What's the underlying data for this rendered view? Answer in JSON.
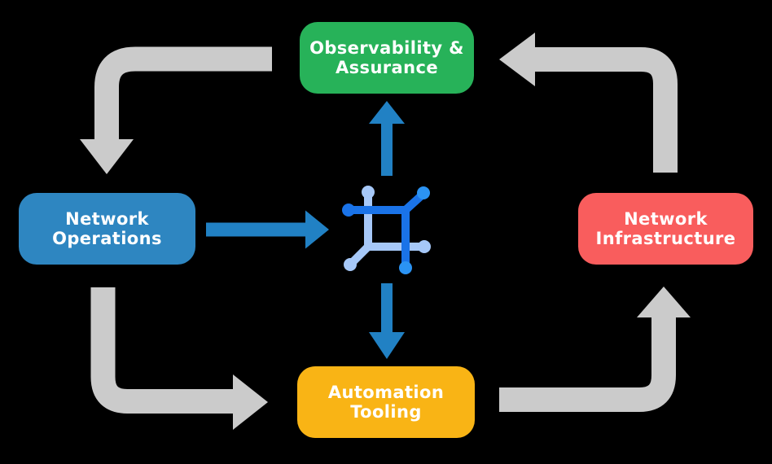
{
  "colors": {
    "background": "#000000",
    "arrow_gray": "#CBCBCB",
    "arrow_blue": "#2181C4",
    "icon_dark_blue": "#1A73E8",
    "icon_node_bright": "#2B93F3",
    "icon_light_blue": "#A6C8F8",
    "node_text": "#FFFFFF"
  },
  "diagram": {
    "type": "closed-loop-cycle",
    "nodes": [
      {
        "id": "observability-assurance",
        "label": "Observability &\nAssurance",
        "color": "#27B259",
        "position": "top-center"
      },
      {
        "id": "network-operations",
        "label": "Network\nOperations",
        "color": "#2E86C1",
        "position": "middle-left"
      },
      {
        "id": "network-infrastructure",
        "label": "Network\nInfrastructure",
        "color": "#F95D5D",
        "position": "middle-right"
      },
      {
        "id": "automation-tooling",
        "label": "Automation\nTooling",
        "color": "#F9B415",
        "position": "bottom-center"
      }
    ],
    "center_icon": "network-mesh-icon",
    "edges": [
      {
        "from": "observability-assurance",
        "to": "network-operations",
        "style": "gray-elbow"
      },
      {
        "from": "network-operations",
        "to": "automation-tooling",
        "style": "gray-elbow"
      },
      {
        "from": "automation-tooling",
        "to": "network-infrastructure",
        "style": "gray-elbow"
      },
      {
        "from": "network-infrastructure",
        "to": "observability-assurance",
        "style": "gray-elbow"
      },
      {
        "from": "network-operations",
        "to": "center-icon",
        "style": "blue-straight"
      },
      {
        "from": "center-icon",
        "to": "observability-assurance",
        "style": "blue-straight"
      },
      {
        "from": "center-icon",
        "to": "automation-tooling",
        "style": "blue-straight"
      }
    ]
  }
}
